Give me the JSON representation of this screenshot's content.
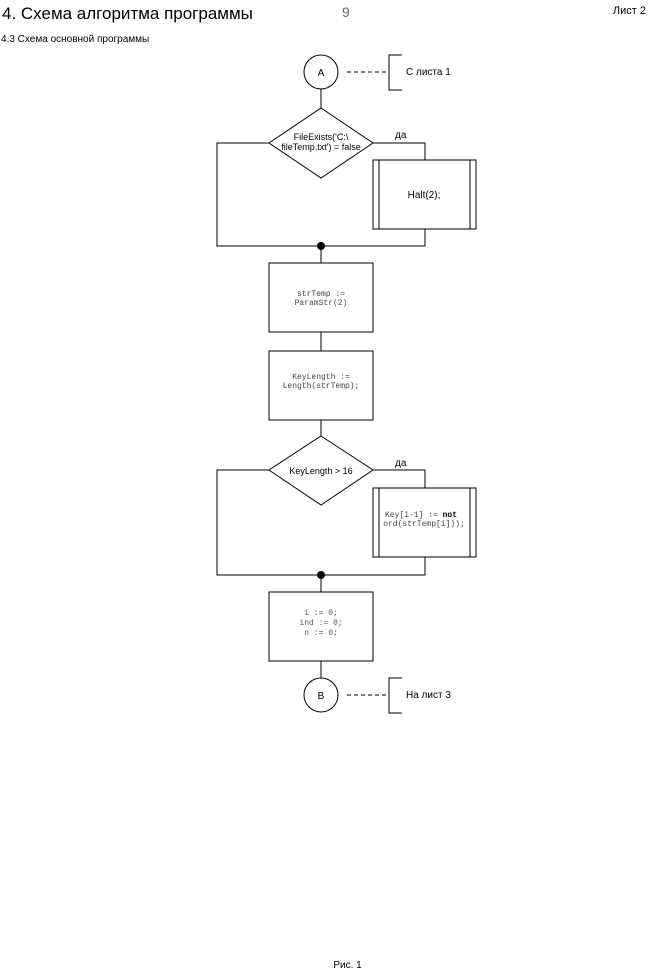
{
  "header": {
    "title": "4. Схема алгоритма программы",
    "page_number": "9",
    "sheet": "Лист 2"
  },
  "section": {
    "title": "4.3 Схема основной программы"
  },
  "flowchart": {
    "connector_start": {
      "label": "A",
      "comment": "С листа 1"
    },
    "decision_1": {
      "line1": "FileExists('C:\\",
      "line2": "fileTemp.txt') = false",
      "yes_label": "да"
    },
    "subprocess_1": {
      "label": "Halt(2);"
    },
    "process_1": {
      "line1": "strTemp :=",
      "line2": "ParamStr(2)"
    },
    "process_2": {
      "line1": "KeyLength :=",
      "line2": "Length(strTemp);"
    },
    "decision_2": {
      "label": "KeyLength > 16",
      "yes_label": "да"
    },
    "subprocess_2": {
      "line1_code": "Key[i-1] := ",
      "line1_keyword": "not",
      "line2": "ord(strTemp[i]));"
    },
    "process_3": {
      "line1": "i := 0;",
      "line2": "ind := 0;",
      "line3": "n := 0;"
    },
    "connector_end": {
      "label": "B",
      "comment": "На лист 3"
    }
  },
  "footer": {
    "caption": "Рис. 1"
  }
}
